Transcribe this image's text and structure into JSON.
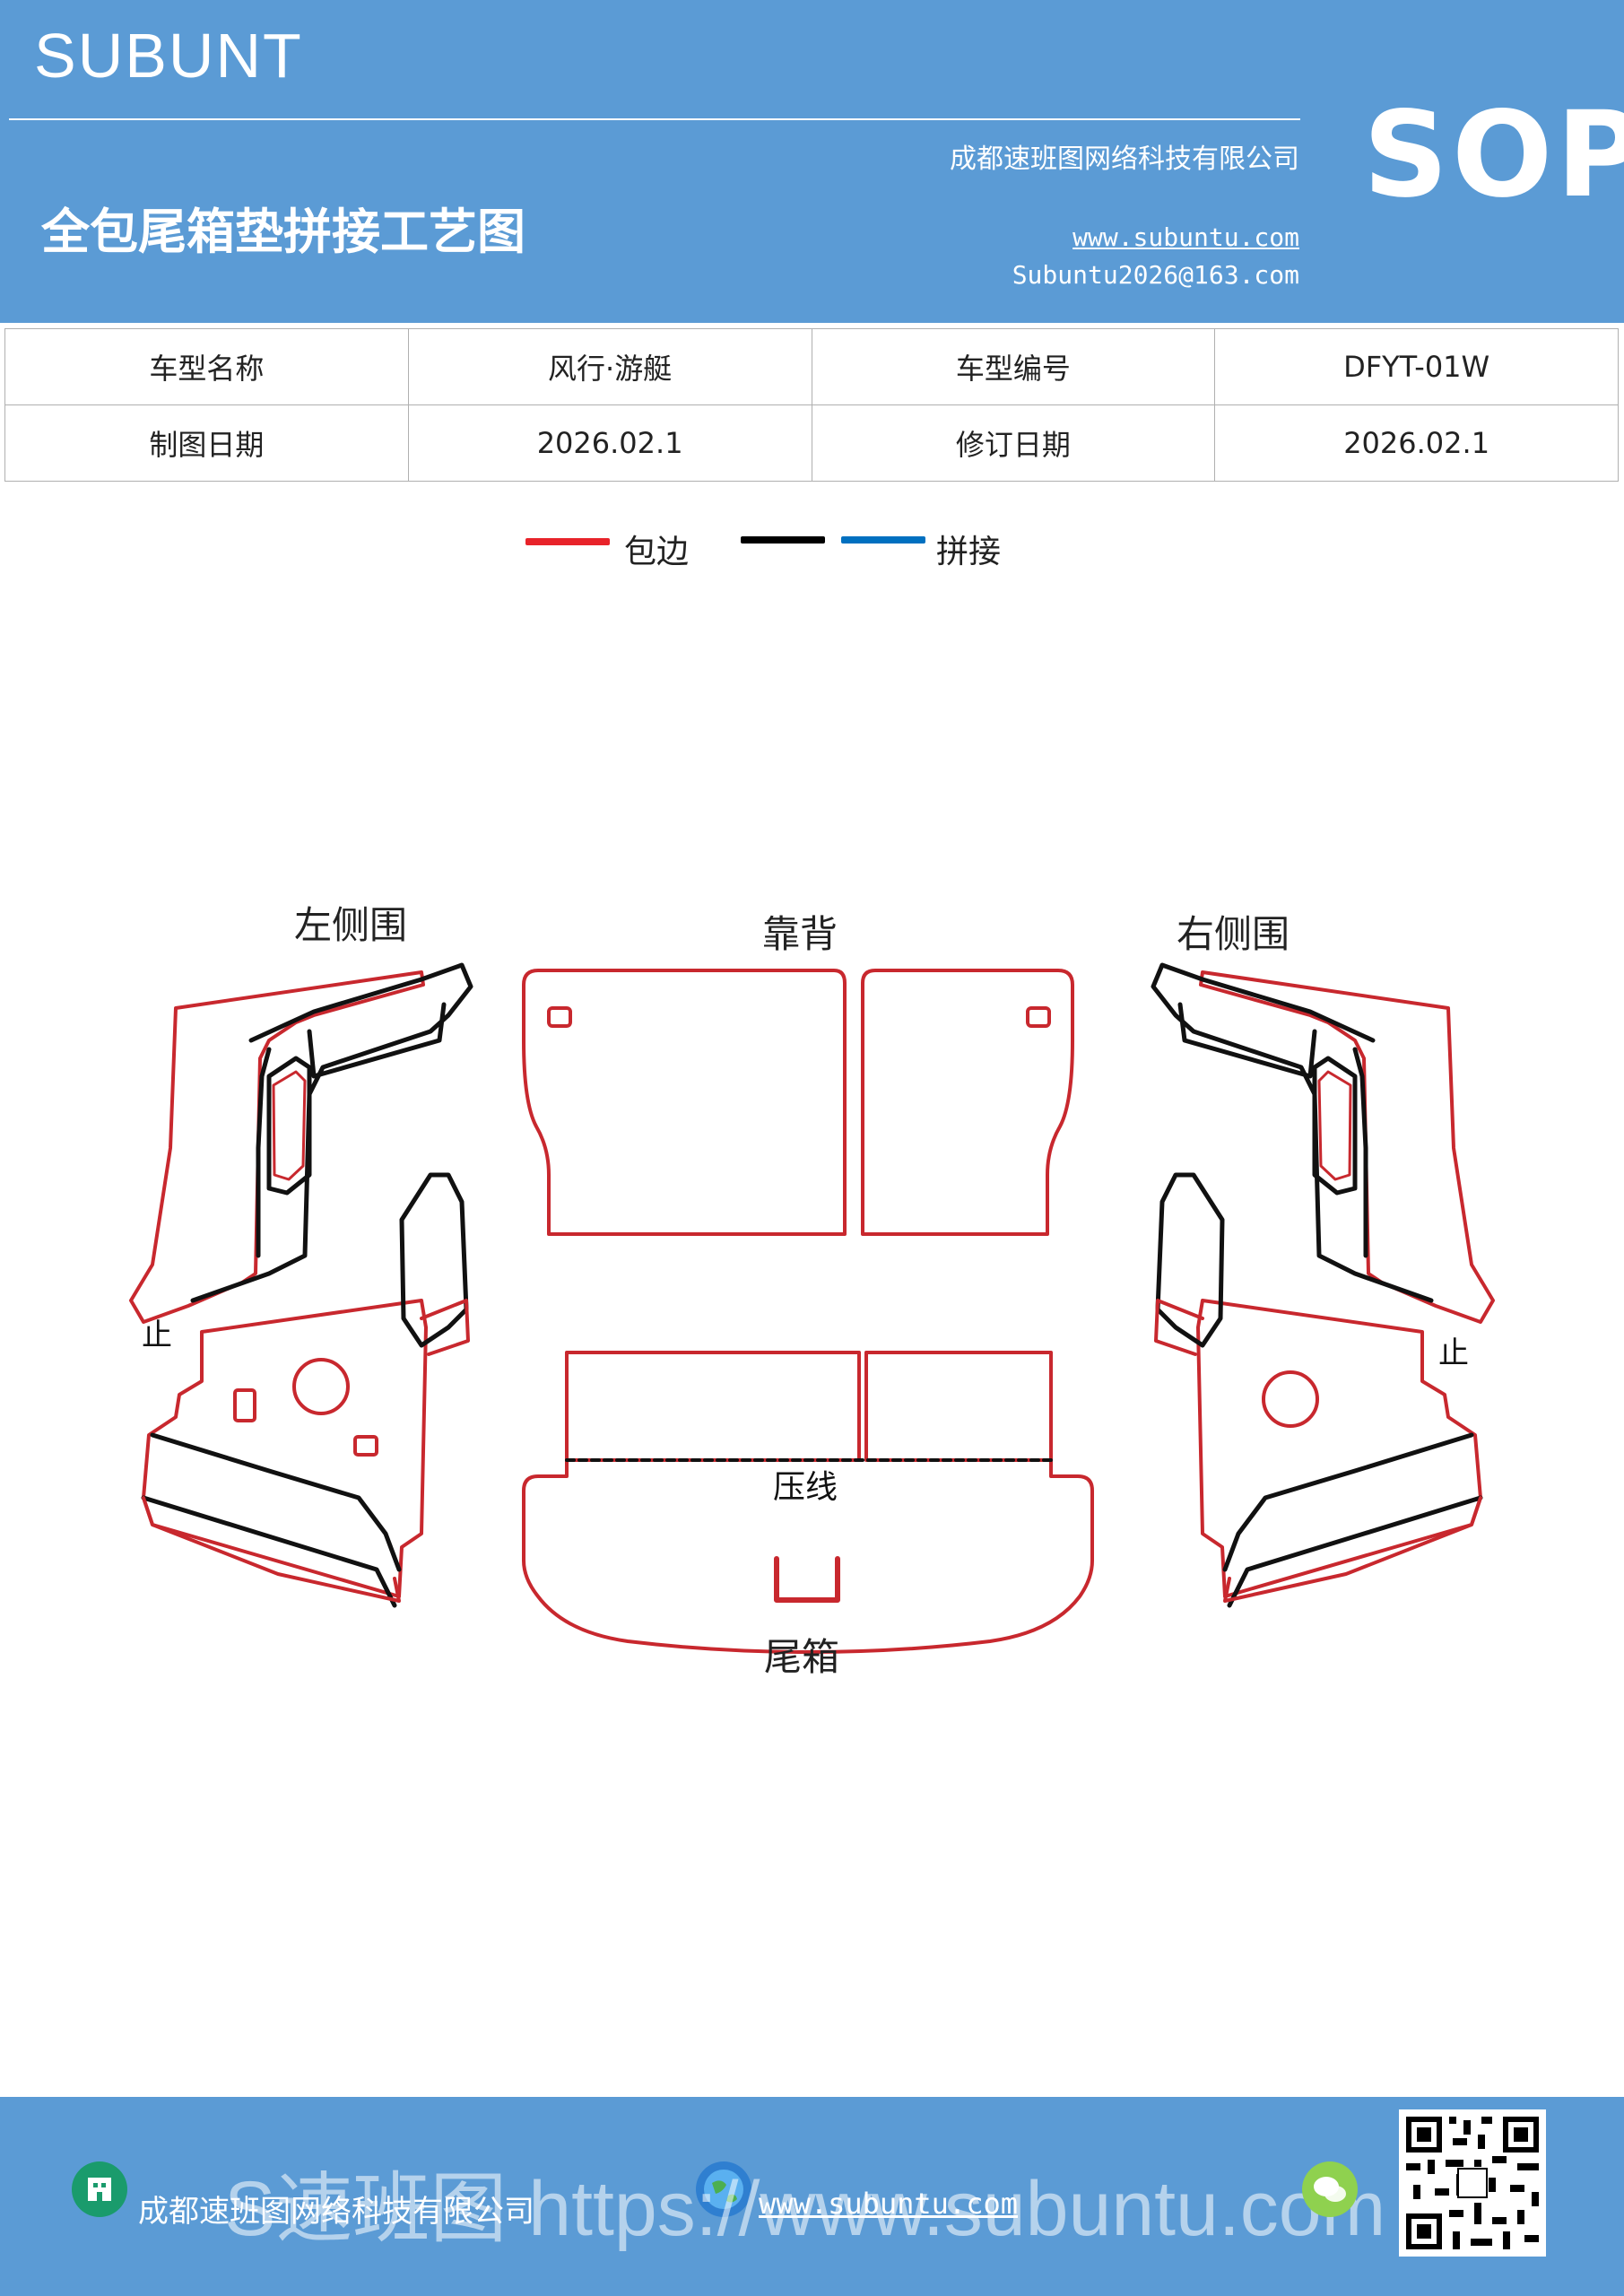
{
  "header": {
    "brand": "SUBUNT",
    "badge": "SOP",
    "title": "全包尾箱垫拼接工艺图",
    "company": "成都速班图网络科技有限公司",
    "website": "www.subuntu.com",
    "email": "Subuntu2026@163.com"
  },
  "info_table": {
    "rows": [
      [
        "车型名称",
        "风行·游艇",
        "车型编号",
        "DFYT-01W"
      ],
      [
        "制图日期",
        "2026.02.1",
        "修订日期",
        "2026.02.1"
      ]
    ]
  },
  "legend": {
    "items": [
      {
        "label": "包边",
        "color": "#e8232a"
      },
      {
        "label": "拼接",
        "color": "#0070c0"
      }
    ],
    "black_line_color": "#000000"
  },
  "diagram": {
    "labels": {
      "left": "左侧围",
      "back": "靠背",
      "right": "右侧围",
      "crease": "压线",
      "trunk": "尾箱",
      "stop_left": "止",
      "stop_right": "止"
    },
    "colors": {
      "edge": "#c8282e",
      "seam": "#111111"
    }
  },
  "footer": {
    "company": "成都速班图网络科技有限公司",
    "website": "www.subuntu.com",
    "watermark": "S速班图 https://www.subuntu.com"
  }
}
